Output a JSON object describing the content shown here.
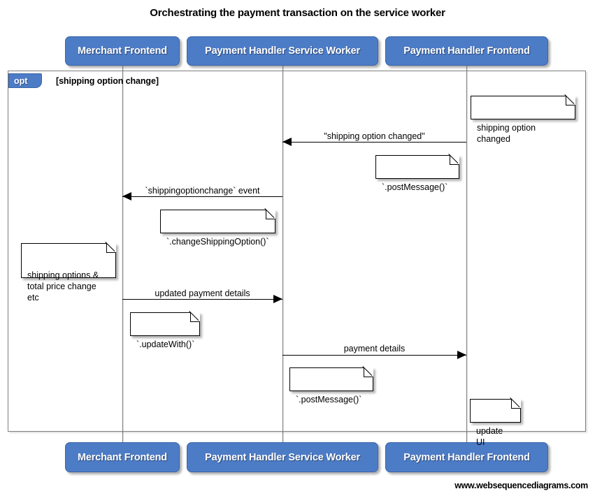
{
  "diagram": {
    "title": "Orchestrating the payment transaction on the service worker",
    "footer": "www.websequencediagrams.com",
    "accent_color": "#4d7cc7",
    "line_color": "#7f7f7f",
    "type": "sequence-diagram"
  },
  "participants": [
    {
      "id": "merchant-frontend",
      "label": "Merchant Frontend"
    },
    {
      "id": "payment-handler-service-worker",
      "label": "Payment Handler Service Worker"
    },
    {
      "id": "payment-handler-frontend",
      "label": "Payment Handler Frontend"
    }
  ],
  "fragment": {
    "type": "opt",
    "tag_label": "opt",
    "condition": "[shipping option change]"
  },
  "messages": [
    {
      "id": "msg-shipping-option-changed",
      "label": "\"shipping option changed\"",
      "from": "payment-handler-frontend",
      "to": "payment-handler-service-worker",
      "direction": "left"
    },
    {
      "id": "msg-shippingoptionchange-event",
      "label": "`shippingoptionchange` event",
      "from": "payment-handler-service-worker",
      "to": "merchant-frontend",
      "direction": "left"
    },
    {
      "id": "msg-updated-payment-details",
      "label": "updated payment details",
      "from": "merchant-frontend",
      "to": "payment-handler-service-worker",
      "direction": "right"
    },
    {
      "id": "msg-payment-details",
      "label": "payment details",
      "from": "payment-handler-service-worker",
      "to": "payment-handler-frontend",
      "direction": "right"
    }
  ],
  "notes": [
    {
      "id": "note-shipping-option-changed",
      "text": "shipping option changed"
    },
    {
      "id": "note-post-message-1",
      "text": "`.postMessage()`"
    },
    {
      "id": "note-change-shipping-option",
      "text": "`.changeShippingOption()`"
    },
    {
      "id": "note-shipping-options-total",
      "text": "shipping options &\ntotal price change etc"
    },
    {
      "id": "note-update-with",
      "text": "`.updateWith()`"
    },
    {
      "id": "note-post-message-2",
      "text": "`.postMessage()`"
    },
    {
      "id": "note-update-ui",
      "text": "update UI"
    }
  ]
}
